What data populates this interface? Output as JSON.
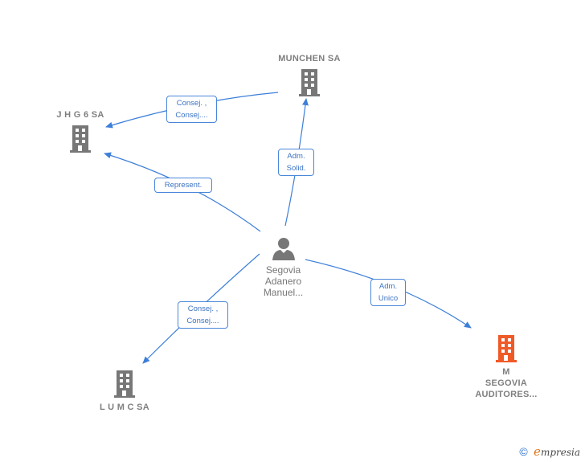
{
  "nodes": {
    "munchen": {
      "label": "MUNCHEN SA",
      "type": "company",
      "icon": "building-icon"
    },
    "jhg6": {
      "label": "J H G 6 SA",
      "type": "company",
      "icon": "building-icon"
    },
    "person": {
      "label_lines": [
        "Segovia",
        "Adanero",
        "Manuel..."
      ],
      "type": "person",
      "icon": "person-icon"
    },
    "lumc": {
      "label": "L U M C SA",
      "type": "company",
      "icon": "building-icon"
    },
    "msegovia": {
      "label_lines": [
        "M",
        "SEGOVIA",
        "AUDITORES..."
      ],
      "type": "company",
      "icon": "building-icon",
      "highlight": true
    }
  },
  "relations": [
    {
      "id": "munchen-jhg6",
      "lines": [
        "Consej. ,",
        "Consej...."
      ]
    },
    {
      "id": "person-jhg6",
      "lines": [
        "Represent."
      ]
    },
    {
      "id": "person-munchen",
      "lines": [
        "Adm.",
        "Solid."
      ]
    },
    {
      "id": "person-msegovia",
      "lines": [
        "Adm.",
        "Unico"
      ]
    },
    {
      "id": "person-lumc",
      "lines": [
        "Consej. ,",
        "Consej...."
      ]
    }
  ],
  "colors": {
    "edge": "#3d7fd9",
    "building": "#777777",
    "highlight": "#f05a28",
    "text": "#7f7f7f"
  },
  "footer": {
    "copyright": "©",
    "brand_initial": "e",
    "brand_rest": "mpresia"
  }
}
